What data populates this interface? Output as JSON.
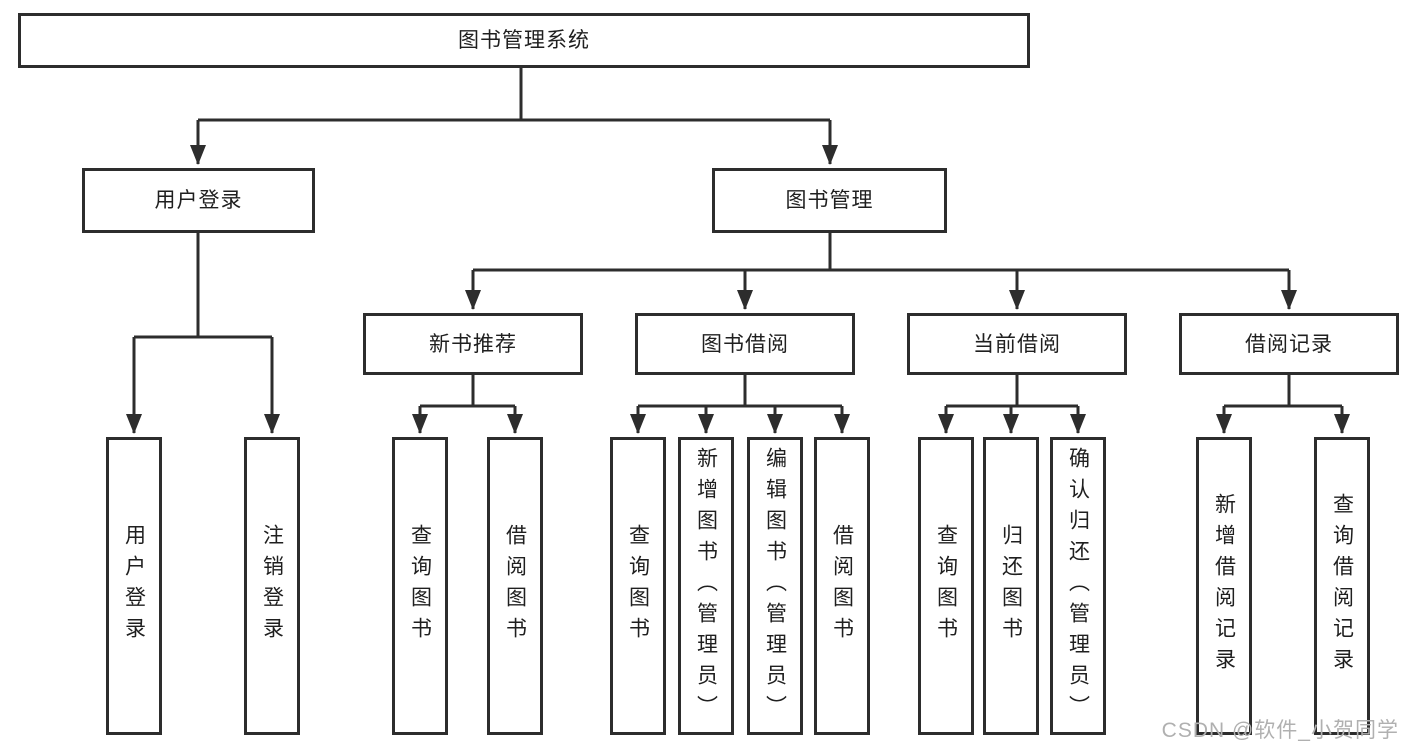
{
  "diagram": {
    "type": "hierarchy-tree",
    "title": "图书管理系统",
    "colors": {
      "line": "#2d2d2d",
      "box_border": "#2d2d2d",
      "text": "#1f1f1f",
      "watermark": "#b0b0b0",
      "background": "#ffffff"
    }
  },
  "tree": {
    "root": {
      "label": "图书管理系统"
    },
    "user_branch": {
      "label": "用户登录",
      "leaves": [
        "用户登录",
        "注销登录"
      ]
    },
    "book_branch": {
      "label": "图书管理",
      "groups": [
        {
          "label": "新书推荐",
          "leaves": [
            "查询图书",
            "借阅图书"
          ]
        },
        {
          "label": "图书借阅",
          "leaves": [
            "查询图书",
            "新增图书（管理员）",
            "编辑图书（管理员）",
            "借阅图书"
          ]
        },
        {
          "label": "当前借阅",
          "leaves": [
            "查询图书",
            "归还图书",
            "确认归还（管理员）"
          ]
        },
        {
          "label": "借阅记录",
          "leaves": [
            "新增借阅记录",
            "查询借阅记录"
          ]
        }
      ]
    }
  },
  "watermark": {
    "text": "CSDN @软件_小贺同学"
  }
}
